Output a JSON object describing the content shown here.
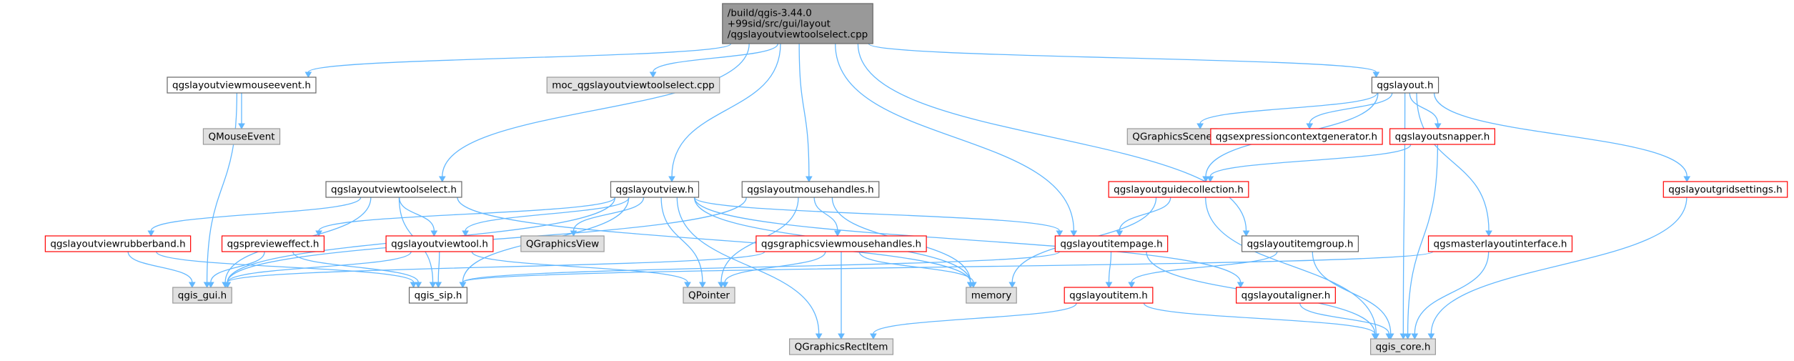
{
  "colors": {
    "root_fill": "#999999",
    "root_border": "#666666",
    "documented_fill": "#ffffff",
    "documented_border": "#666666",
    "incomplete_border": "#ff0000",
    "external_fill": "#e0e0e0",
    "external_border": "#999999",
    "edge": "#63b8ff"
  },
  "nodes": [
    {
      "id": "root",
      "style": "root",
      "lines": [
        "/build/qgis-3.44.0",
        "+99sid/src/gui/layout",
        "/qgslayoutviewtoolselect.cpp"
      ]
    },
    {
      "id": "mouseevent",
      "style": "documented",
      "lines": [
        "qgslayoutviewmouseevent.h"
      ]
    },
    {
      "id": "moc",
      "style": "external",
      "lines": [
        "moc_qgslayoutviewtoolselect.cpp"
      ]
    },
    {
      "id": "qgslayout",
      "style": "documented",
      "lines": [
        "qgslayout.h"
      ]
    },
    {
      "id": "qmouseevent",
      "style": "external",
      "lines": [
        "QMouseEvent"
      ]
    },
    {
      "id": "qgraphicsscene",
      "style": "external",
      "lines": [
        "QGraphicsScene"
      ]
    },
    {
      "id": "exprgen",
      "style": "incomplete",
      "lines": [
        "qgsexpressioncontextgenerator.h"
      ]
    },
    {
      "id": "snapper",
      "style": "incomplete",
      "lines": [
        "qgslayoutsnapper.h"
      ]
    },
    {
      "id": "toolselecth",
      "style": "documented",
      "lines": [
        "qgslayoutviewtoolselect.h"
      ]
    },
    {
      "id": "layoutview",
      "style": "documented",
      "lines": [
        "qgslayoutview.h"
      ]
    },
    {
      "id": "mousehandles",
      "style": "documented",
      "lines": [
        "qgslayoutmousehandles.h"
      ]
    },
    {
      "id": "guidecoll",
      "style": "incomplete",
      "lines": [
        "qgslayoutguidecollection.h"
      ]
    },
    {
      "id": "gridsettings",
      "style": "incomplete",
      "lines": [
        "qgslayoutgridsettings.h"
      ]
    },
    {
      "id": "rubberband",
      "style": "incomplete",
      "lines": [
        "qgslayoutviewrubberband.h"
      ]
    },
    {
      "id": "previeweffect",
      "style": "incomplete",
      "lines": [
        "qgspreviewеffect.h"
      ]
    },
    {
      "id": "viewtool",
      "style": "incomplete",
      "lines": [
        "qgslayoutviewtool.h"
      ]
    },
    {
      "id": "qgraphicsview",
      "style": "external",
      "lines": [
        "QGraphicsView"
      ]
    },
    {
      "id": "gvmousehandles",
      "style": "incomplete",
      "lines": [
        "qgsgraphicsviewmousehandles.h"
      ]
    },
    {
      "id": "itempage",
      "style": "incomplete",
      "lines": [
        "qgslayoutitempage.h"
      ]
    },
    {
      "id": "itemgroup",
      "style": "documented",
      "lines": [
        "qgslayoutitemgroup.h"
      ]
    },
    {
      "id": "masterlayout",
      "style": "incomplete",
      "lines": [
        "qgsmasterlayoutinterface.h"
      ]
    },
    {
      "id": "qgisgui",
      "style": "external",
      "lines": [
        "qgis_gui.h"
      ]
    },
    {
      "id": "qgissip",
      "style": "documented",
      "lines": [
        "qgis_sip.h"
      ]
    },
    {
      "id": "qpointer",
      "style": "external",
      "lines": [
        "QPointer"
      ]
    },
    {
      "id": "memory",
      "style": "external",
      "lines": [
        "memory"
      ]
    },
    {
      "id": "layoutitem",
      "style": "incomplete",
      "lines": [
        "qgslayoutitem.h"
      ]
    },
    {
      "id": "aligner",
      "style": "incomplete",
      "lines": [
        "qgslayoutaligner.h"
      ]
    },
    {
      "id": "qgraphicsrectitem",
      "style": "external",
      "lines": [
        "QGraphicsRectItem"
      ]
    },
    {
      "id": "qgiscore",
      "style": "external",
      "lines": [
        "qgis_core.h"
      ]
    }
  ],
  "edges": [
    [
      "root",
      "mouseevent"
    ],
    [
      "root",
      "moc"
    ],
    [
      "root",
      "qgslayout"
    ],
    [
      "root",
      "toolselecth"
    ],
    [
      "root",
      "layoutview"
    ],
    [
      "root",
      "mousehandles"
    ],
    [
      "root",
      "itempage"
    ],
    [
      "root",
      "itemgroup"
    ],
    [
      "mouseevent",
      "qmouseevent"
    ],
    [
      "mouseevent",
      "qgisgui"
    ],
    [
      "qgslayout",
      "qgraphicsscene"
    ],
    [
      "qgslayout",
      "exprgen"
    ],
    [
      "qgslayout",
      "snapper"
    ],
    [
      "qgslayout",
      "guidecoll"
    ],
    [
      "qgslayout",
      "gridsettings"
    ],
    [
      "qgslayout",
      "masterlayout"
    ],
    [
      "qgslayout",
      "qgiscore"
    ],
    [
      "snapper",
      "guidecoll"
    ],
    [
      "snapper",
      "qgiscore"
    ],
    [
      "guidecoll",
      "itempage"
    ],
    [
      "guidecoll",
      "memory"
    ],
    [
      "guidecoll",
      "qgiscore"
    ],
    [
      "gridsettings",
      "qgiscore"
    ],
    [
      "toolselecth",
      "rubberband"
    ],
    [
      "toolselecth",
      "viewtool"
    ],
    [
      "toolselecth",
      "qgisgui"
    ],
    [
      "toolselecth",
      "qgissip"
    ],
    [
      "toolselecth",
      "memory"
    ],
    [
      "layoutview",
      "qgraphicsview"
    ],
    [
      "layoutview",
      "previeweffect"
    ],
    [
      "layoutview",
      "viewtool"
    ],
    [
      "layoutview",
      "qgisgui"
    ],
    [
      "layoutview",
      "qgissip"
    ],
    [
      "layoutview",
      "qpointer"
    ],
    [
      "layoutview",
      "memory"
    ],
    [
      "layoutview",
      "itempage"
    ],
    [
      "layoutview",
      "aligner"
    ],
    [
      "layoutview",
      "qgraphicsrectitem"
    ],
    [
      "mousehandles",
      "gvmousehandles"
    ],
    [
      "mousehandles",
      "qpointer"
    ],
    [
      "mousehandles",
      "memory"
    ],
    [
      "mousehandles",
      "qgisgui"
    ],
    [
      "rubberband",
      "qgisgui"
    ],
    [
      "rubberband",
      "qgissip"
    ],
    [
      "previeweffect",
      "qgisgui"
    ],
    [
      "previeweffect",
      "qgissip"
    ],
    [
      "viewtool",
      "qgisgui"
    ],
    [
      "viewtool",
      "qgissip"
    ],
    [
      "viewtool",
      "qpointer"
    ],
    [
      "gvmousehandles",
      "qgisgui"
    ],
    [
      "gvmousehandles",
      "qpointer"
    ],
    [
      "gvmousehandles",
      "memory"
    ],
    [
      "gvmousehandles",
      "qgraphicsrectitem"
    ],
    [
      "itempage",
      "qgissip"
    ],
    [
      "itempage",
      "layoutitem"
    ],
    [
      "itempage",
      "qgiscore"
    ],
    [
      "itemgroup",
      "layoutitem"
    ],
    [
      "itemgroup",
      "qgiscore"
    ],
    [
      "masterlayout",
      "qgissip"
    ],
    [
      "masterlayout",
      "qgiscore"
    ],
    [
      "layoutitem",
      "qgraphicsrectitem"
    ],
    [
      "layoutitem",
      "qgiscore"
    ],
    [
      "aligner",
      "qgiscore"
    ]
  ]
}
